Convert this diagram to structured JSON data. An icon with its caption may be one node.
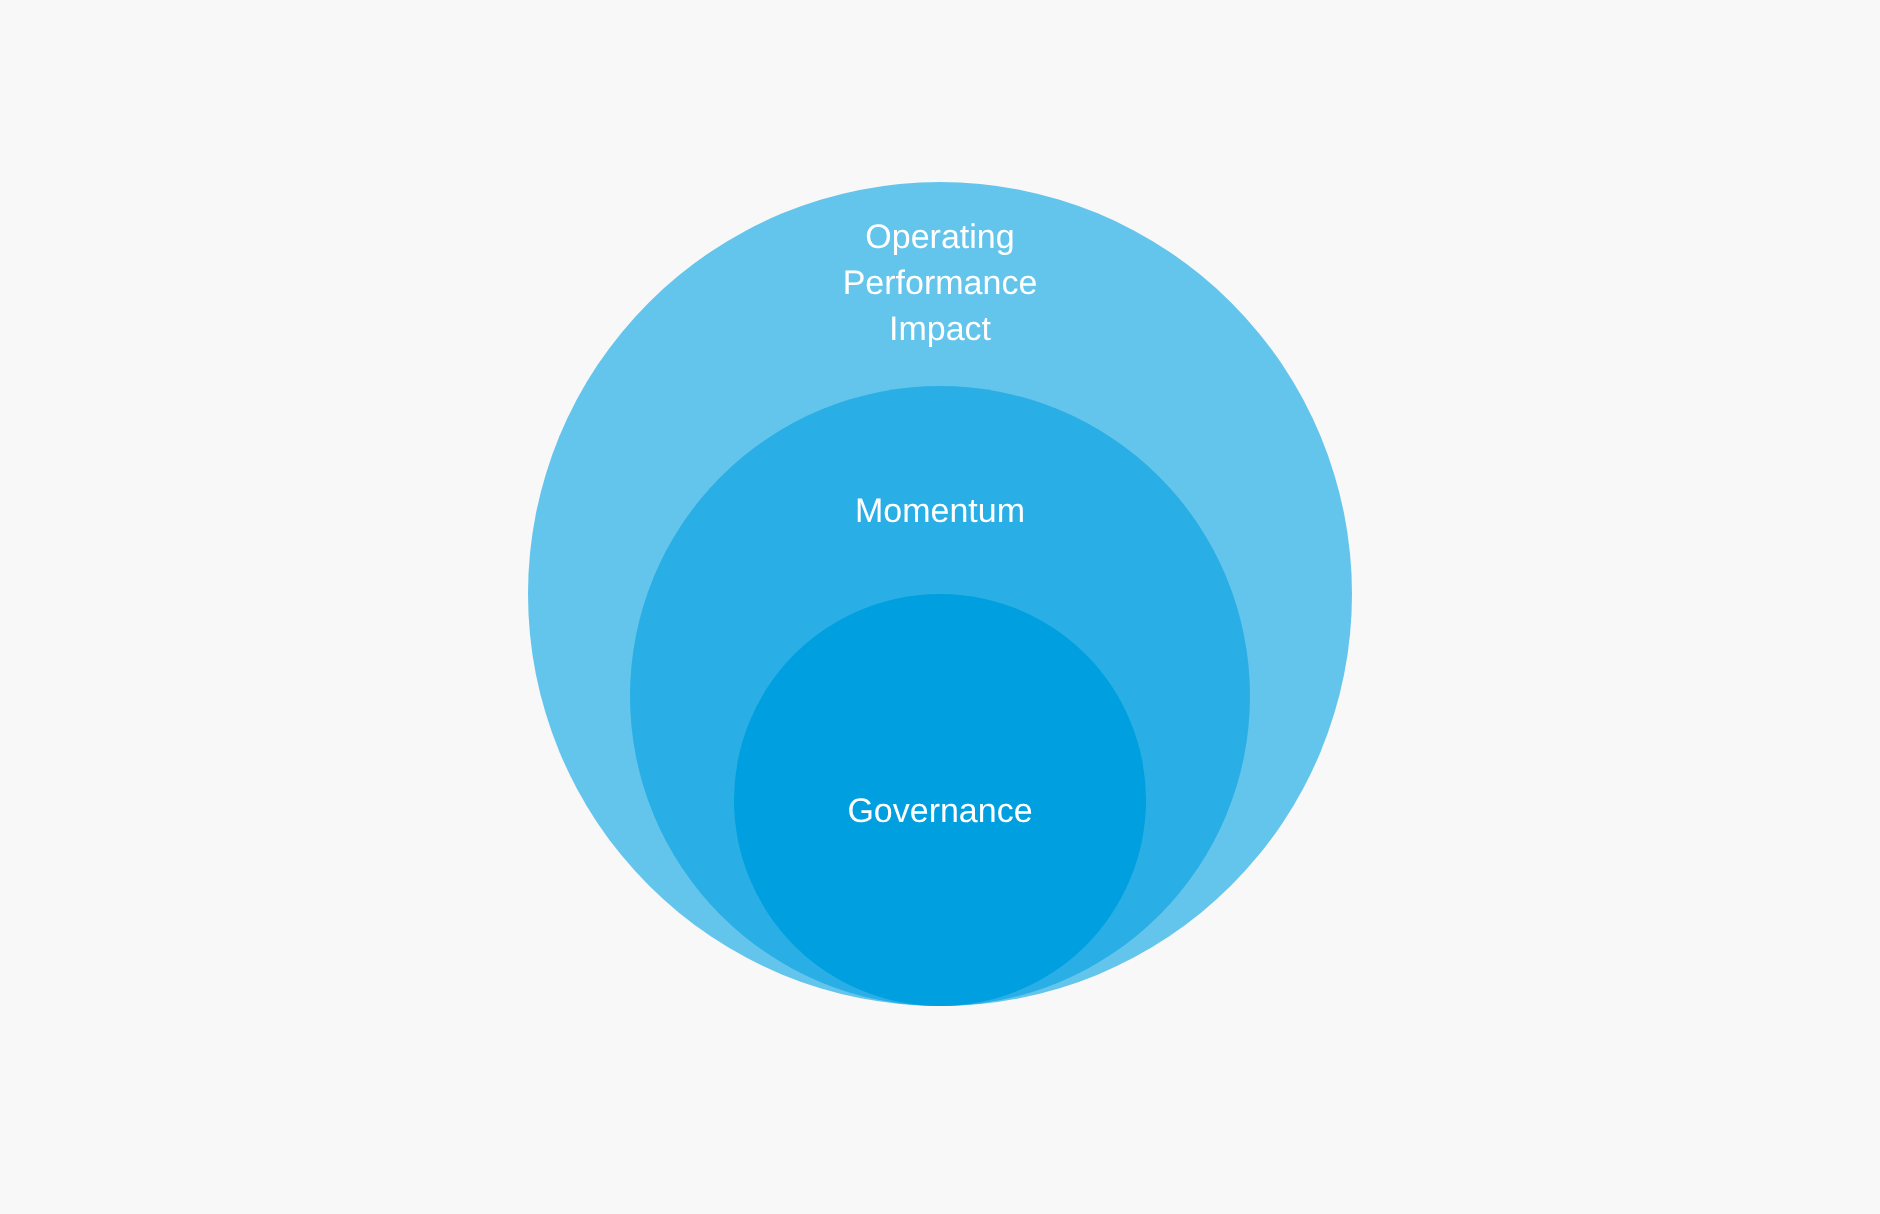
{
  "diagram": {
    "nodes": [
      {
        "text": [
          "Operating Performance Impact"
        ]
      },
      {
        "text": [
          "Momentum"
        ],
        "in": 0
      },
      {
        "text": [
          "Governance"
        ],
        "in": 1
      }
    ]
  }
}
